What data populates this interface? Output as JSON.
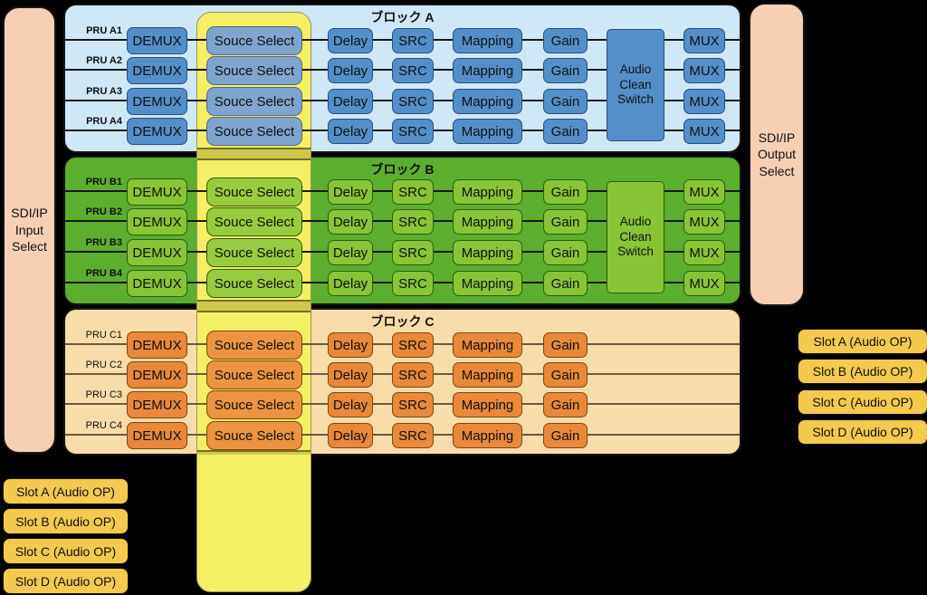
{
  "colors": {
    "canvas_bg": "#000000",
    "panel_bg": "#F6CFB5",
    "band_bg": "#F5EF65",
    "slot_bg": "#F3C94E",
    "block_a_bg": "#CFE8F8",
    "block_a_box": "#548FCA",
    "block_a_souce": "#7FA5CE",
    "block_b_bg": "#5CAE2E",
    "block_b_box": "#87C436",
    "block_b_souce": "#98CC3E",
    "block_c_bg": "#F8DCA9",
    "block_c_box": "#E8883A",
    "block_c_souce": "#EC9440"
  },
  "panels": {
    "input": "SDI/IP Input Select",
    "output": "SDI/IP Output Select"
  },
  "module_labels": {
    "demux": "DEMUX",
    "source_select": "Souce Select",
    "delay": "Delay",
    "src": "SRC",
    "mapping": "Mapping",
    "gain": "Gain",
    "mux": "MUX",
    "audio_clean_switch": "Audio Clean Switch"
  },
  "blocks": {
    "a": {
      "title": "ブロック A",
      "rows": [
        "PRU A1",
        "PRU A2",
        "PRU A3",
        "PRU A4"
      ]
    },
    "b": {
      "title": "ブロック B",
      "rows": [
        "PRU B1",
        "PRU B2",
        "PRU B3",
        "PRU B4"
      ]
    },
    "c": {
      "title": "ブロック C",
      "rows": [
        "PRU C1",
        "PRU C2",
        "PRU C3",
        "PRU C4"
      ]
    }
  },
  "slots_bottom_left": [
    "Slot A (Audio OP)",
    "Slot B (Audio OP)",
    "Slot C (Audio OP)",
    "Slot D (Audio OP)"
  ],
  "slots_right": [
    "Slot A (Audio OP)",
    "Slot B (Audio OP)",
    "Slot C (Audio OP)",
    "Slot D (Audio OP)"
  ]
}
